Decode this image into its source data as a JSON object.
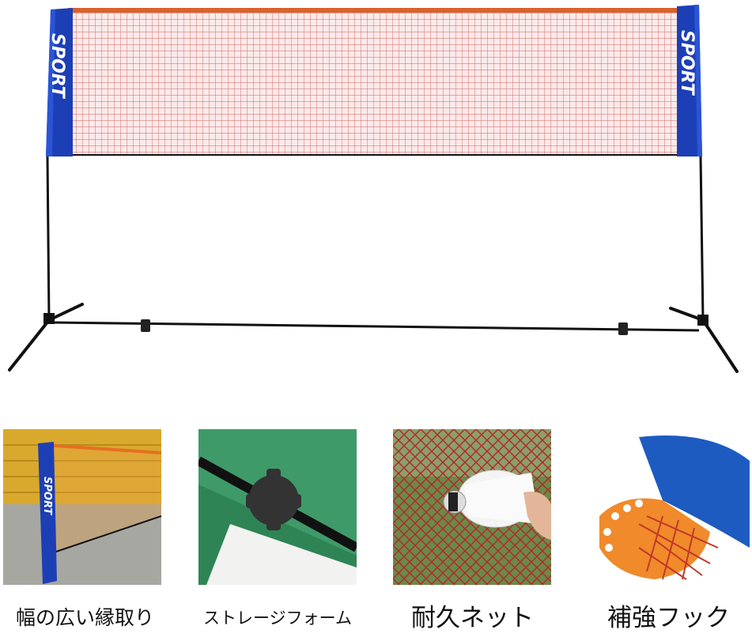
{
  "product": {
    "banner_text": "SPORT"
  },
  "features": [
    {
      "caption": "幅の広い縁取り",
      "icon": "wide-trim-photo"
    },
    {
      "caption": "ストレージフォーム",
      "icon": "storage-foam-photo"
    },
    {
      "caption": "耐久ネット",
      "icon": "durable-net-photo"
    },
    {
      "caption": "補強フック",
      "icon": "reinforced-hook-photo"
    }
  ],
  "colors": {
    "banner_blue": "#1a3fb0",
    "net_red": "#c0392b",
    "tape_orange": "#e0662a",
    "frame_black": "#111111"
  }
}
